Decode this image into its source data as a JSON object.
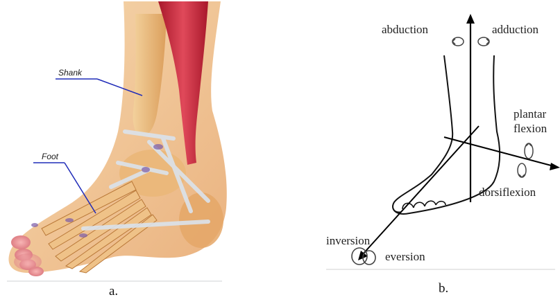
{
  "panel_a": {
    "caption": "a.",
    "labels": {
      "shank": "Shank",
      "foot": "Foot"
    }
  },
  "panel_b": {
    "caption": "b.",
    "labels": {
      "abduction": "abduction",
      "adduction": "adduction",
      "plantar": "plantar",
      "flexion": "flexion",
      "dorsiflexion": "dorsiflexion",
      "inversion": "inversion",
      "eversion": "eversion"
    }
  },
  "colors": {
    "leader_line": "#1f2bb8",
    "muscle": "#c8283a",
    "bone": "#e8b878",
    "skin": "#f3cf9e",
    "ligament": "#dfe6ee",
    "axis": "#000000"
  }
}
